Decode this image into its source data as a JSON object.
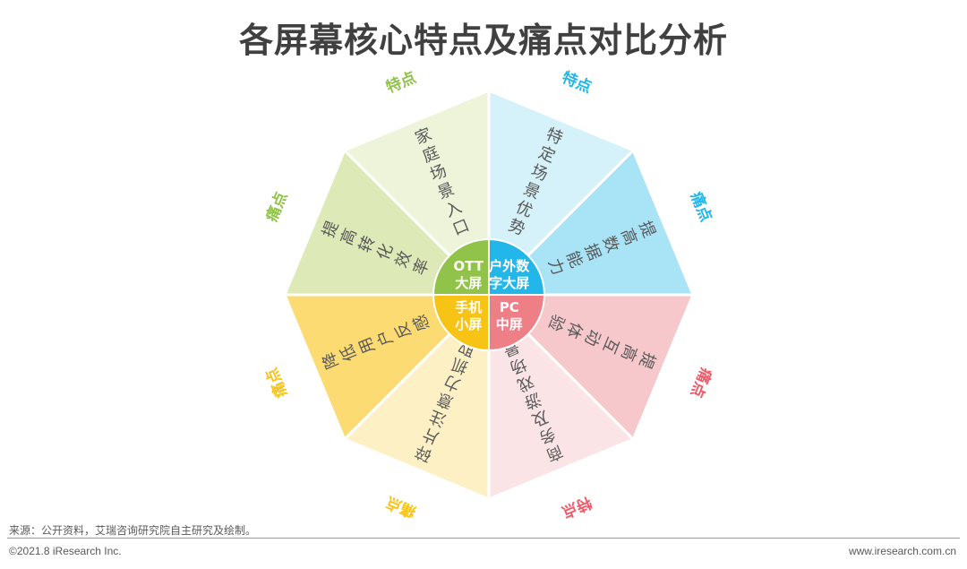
{
  "title": "各屏幕核心特点及痛点对比分析",
  "footer": {
    "source": "来源：公开资料，艾瑞咨询研究院自主研究及绘制。",
    "copyright": "©2021.8 iResearch Inc.",
    "website": "www.iresearch.com.cn"
  },
  "center": [
    {
      "label": "户外数\n字大屏",
      "color": "#22b7e8"
    },
    {
      "label": "PC\n中屏",
      "color": "#ee7f86"
    },
    {
      "label": "手机\n小屏",
      "color": "#f7c314"
    },
    {
      "label": "OTT\n大屏",
      "color": "#91c24a"
    }
  ],
  "segments": [
    {
      "kind": "特点",
      "text": "特定场景优势",
      "fill": "#d5f1fa",
      "kind_color": "#22b7e8"
    },
    {
      "kind": "痛点",
      "text": "提高数据能力",
      "fill": "#a8e3f6",
      "kind_color": "#22b7e8"
    },
    {
      "kind": "痛点",
      "text": "提高互动体验",
      "fill": "#f6c7cb",
      "kind_color": "#ee5a68"
    },
    {
      "kind": "特点",
      "text": "商务及游戏场景",
      "fill": "#fbe4e6",
      "kind_color": "#ee5a68"
    },
    {
      "kind": "痛点",
      "text": "碎片注意力抓取",
      "fill": "#fdf0c5",
      "kind_color": "#f7c314"
    },
    {
      "kind": "痛点",
      "text": "降低用户反感",
      "fill": "#fbdb72",
      "kind_color": "#f7c314"
    },
    {
      "kind": "痛点",
      "text": "提高转化效率",
      "fill": "#dde9b6",
      "kind_color": "#91c24a"
    },
    {
      "kind": "特点",
      "text": "家庭场景入口",
      "fill": "#edf4d9",
      "kind_color": "#91c24a"
    }
  ]
}
